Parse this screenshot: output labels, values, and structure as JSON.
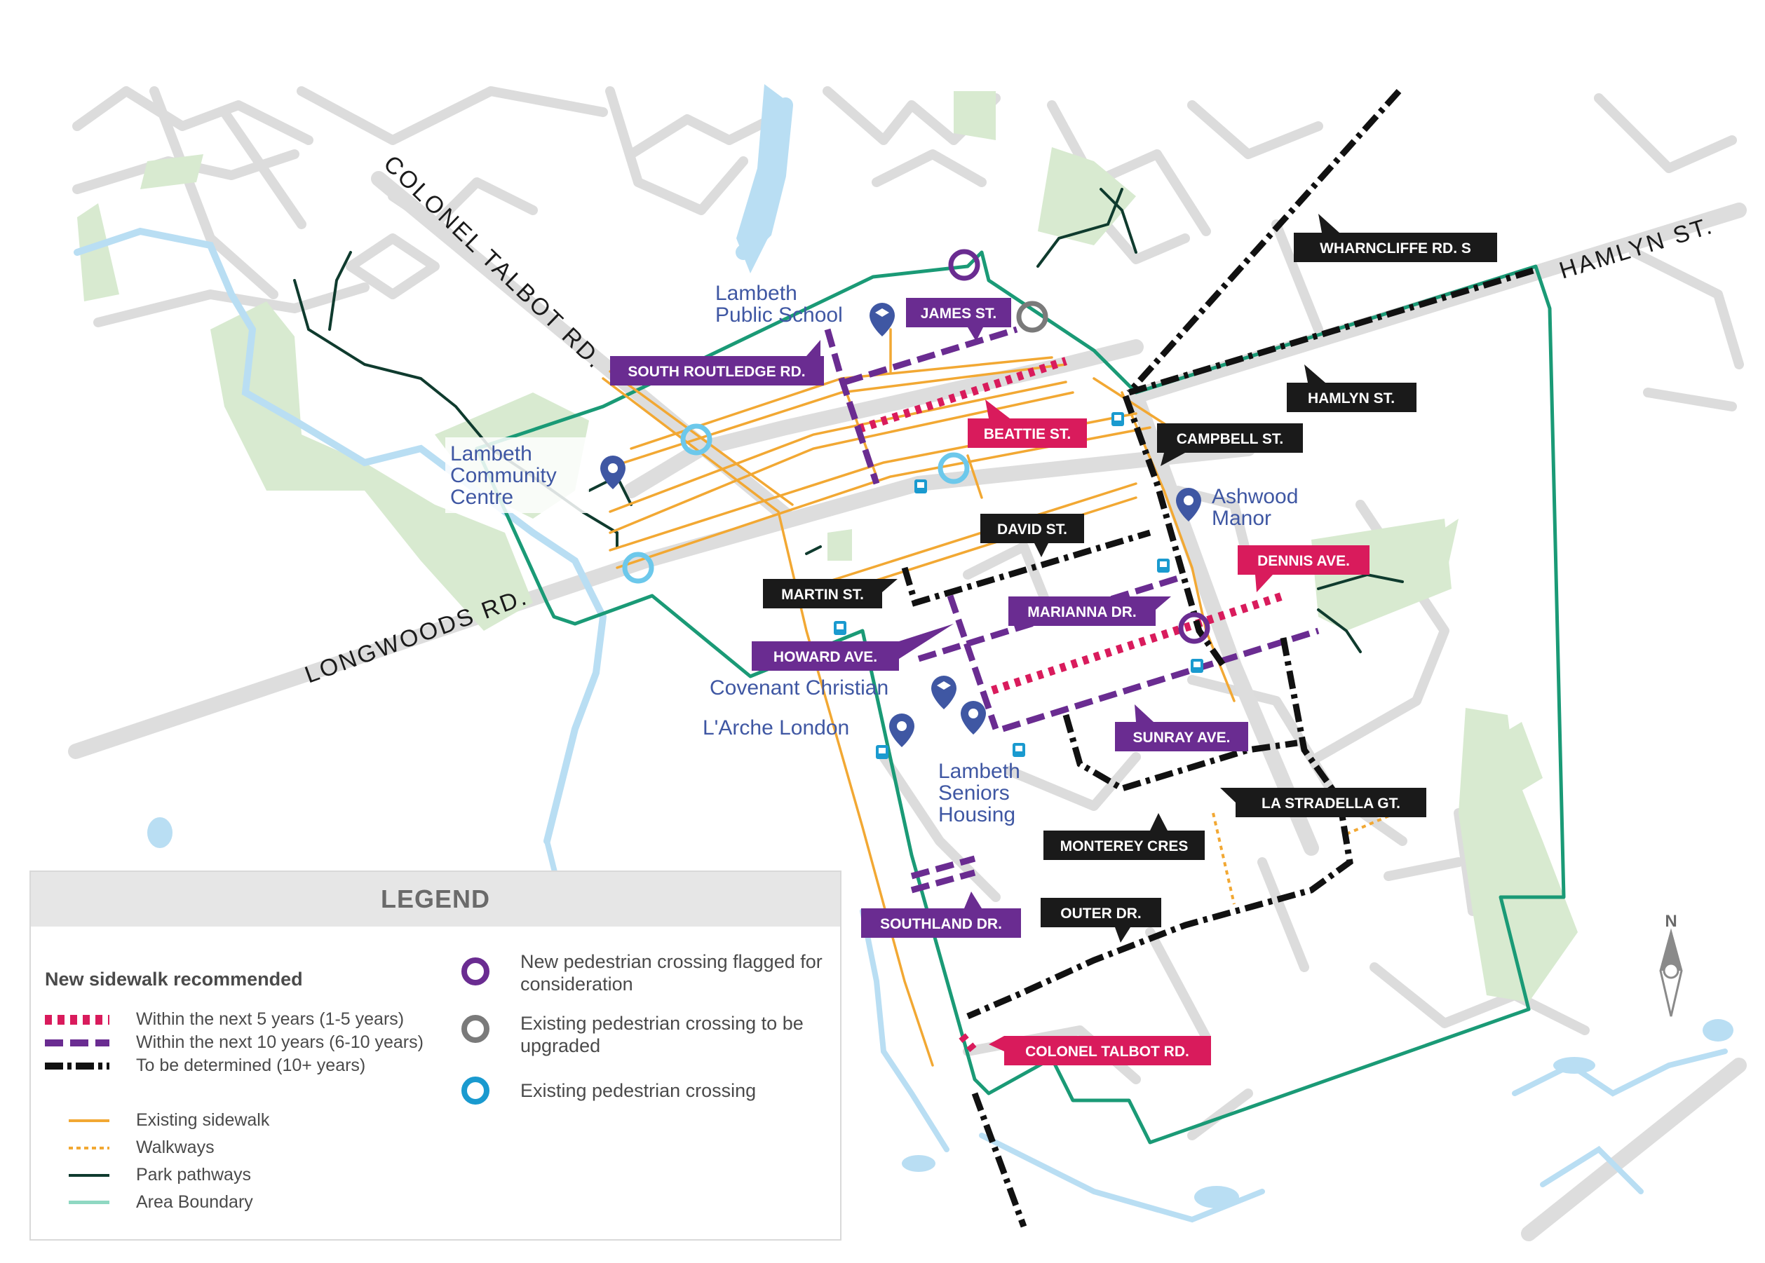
{
  "colors": {
    "area_boundary": "#1a9a76",
    "existing_sidewalk": "#f2a833",
    "walkway": "#f2a833",
    "park_pathway": "#0f3b2e",
    "five_year": "#d91b5c",
    "ten_year": "#6a2c91",
    "tbd": "#111111",
    "new_crossing": "#6a2c91",
    "upgrade_crossing": "#7a7a7a",
    "existing_crossing": "#1a9acf",
    "poi": "#3f57a3",
    "park": "#d8ead0",
    "water": "#b9def3",
    "roads": "#dcdcdc"
  },
  "road_labels": {
    "colonel_talbot": "COLONEL TALBOT RD.",
    "longwoods": "LONGWOODS RD.",
    "hamlyn": "HAMLYN ST."
  },
  "pois": {
    "lambeth_public_school_1": "Lambeth",
    "lambeth_public_school_2": "Public School",
    "community_centre_1": "Lambeth",
    "community_centre_2": "Community",
    "community_centre_3": "Centre",
    "ashwood_1": "Ashwood",
    "ashwood_2": "Manor",
    "covenant": "Covenant Christian",
    "larche": "L'Arche London",
    "seniors_1": "Lambeth",
    "seniors_2": "Seniors",
    "seniors_3": "Housing"
  },
  "street_tags": {
    "wharncliffe": "WHARNCLIFFE RD. S",
    "james": "JAMES ST.",
    "south_routledge": "SOUTH ROUTLEDGE RD.",
    "beattie": "BEATTIE ST.",
    "hamlyn": "HAMLYN ST.",
    "campbell": "CAMPBELL ST.",
    "david": "DAVID ST.",
    "dennis": "DENNIS AVE.",
    "martin": "MARTIN ST.",
    "marianna": "MARIANNA DR.",
    "howard": "HOWARD AVE.",
    "sunray": "SUNRAY AVE.",
    "la_stradella": "LA STRADELLA GT.",
    "monterey": "MONTEREY CRES",
    "outer": "OUTER DR.",
    "southland": "SOUTHLAND DR.",
    "colonel_talbot_tag": "COLONEL TALBOT RD."
  },
  "north_arrow": "N",
  "legend": {
    "title": "LEGEND",
    "section_title": "New sidewalk recommended",
    "five_year": "Within the next 5 years (1-5 years)",
    "ten_year": "Within the next 10 years (6-10 years)",
    "tbd": "To be determined (10+ years)",
    "existing_sidewalk": "Existing sidewalk",
    "walkways": "Walkways",
    "park_pathways": "Park pathways",
    "area_boundary": "Area Boundary",
    "new_crossing": "New pedestrian crossing flagged for consideration",
    "upgrade_crossing": "Existing pedestrian crossing to be upgraded",
    "existing_crossing": "Existing pedestrian crossing"
  }
}
